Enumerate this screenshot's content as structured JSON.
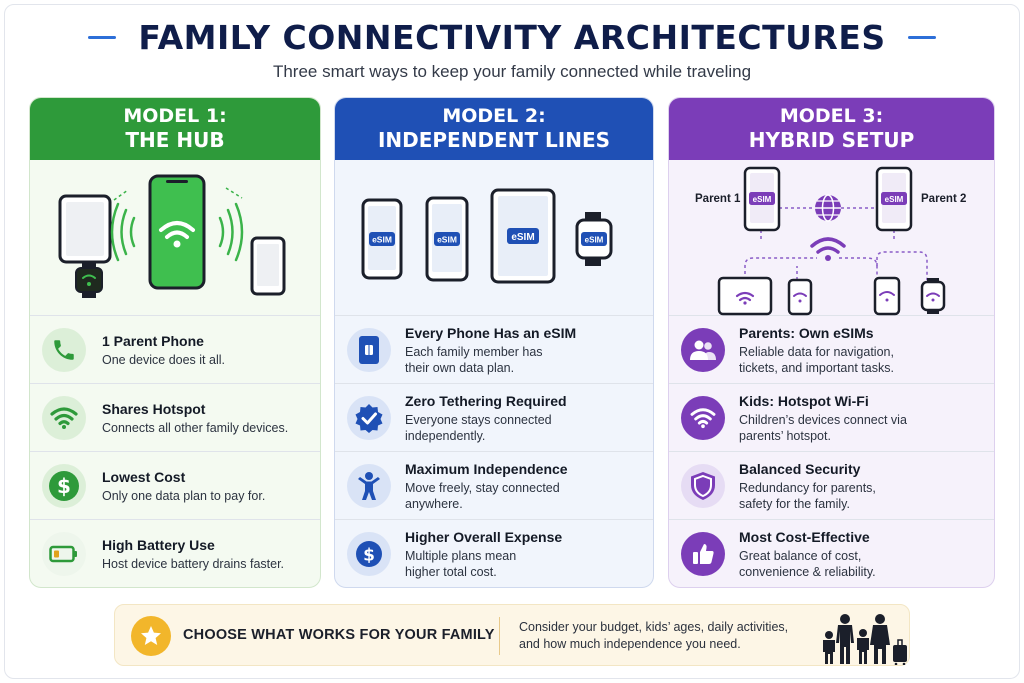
{
  "header": {
    "title": "FAMILY CONNECTIVITY ARCHITECTURES",
    "subtitle": "Three smart ways to keep your family connected while traveling"
  },
  "colors": {
    "model1": "#2e9a3a",
    "model2": "#1f50b5",
    "model3": "#7b3db8",
    "title": "#0f1d4a",
    "accent_line": "#2d6fd8",
    "banner_star": "#f2b62b"
  },
  "models": [
    {
      "label": "MODEL 1:",
      "name": "THE HUB",
      "illustration_icons": [
        "tablet-icon",
        "smartphone-wifi-icon",
        "smartwatch-icon",
        "smartphone-icon"
      ],
      "features": [
        {
          "icon": "phone-icon",
          "title": "1 Parent Phone",
          "desc": "One device does it all."
        },
        {
          "icon": "wifi-icon",
          "title": "Shares Hotspot",
          "desc": "Connects all other family devices."
        },
        {
          "icon": "dollar-icon",
          "title": "Lowest Cost",
          "desc": "Only one data plan to pay for."
        },
        {
          "icon": "battery-low-icon",
          "title": "High Battery Use",
          "desc": "Host device battery drains faster."
        }
      ]
    },
    {
      "label": "MODEL 2:",
      "name": "INDEPENDENT LINES",
      "illustration": {
        "esim_label": "eSIM"
      },
      "features": [
        {
          "icon": "sim-card-icon",
          "title": "Every Phone Has an eSIM",
          "desc_l1": "Each family member has",
          "desc_l2": "their own data plan."
        },
        {
          "icon": "check-badge-icon",
          "title": "Zero Tethering Required",
          "desc_l1": "Everyone stays connected",
          "desc_l2": "independently."
        },
        {
          "icon": "person-free-icon",
          "title": "Maximum Independence",
          "desc_l1": "Move freely, stay connected",
          "desc_l2": "anywhere."
        },
        {
          "icon": "dollar-icon",
          "title": "Higher Overall Expense",
          "desc_l1": "Multiple plans mean",
          "desc_l2": "higher total cost."
        }
      ]
    },
    {
      "label": "MODEL 3:",
      "name": "HYBRID SETUP",
      "illustration": {
        "parent1": "Parent 1",
        "parent2": "Parent 2",
        "esim_label": "eSIM"
      },
      "features": [
        {
          "icon": "parents-icon",
          "title": "Parents: Own eSIMs",
          "desc_l1": "Reliable data for navigation,",
          "desc_l2": "tickets, and important tasks."
        },
        {
          "icon": "wifi-icon",
          "title": "Kids: Hotspot Wi-Fi",
          "desc_l1": "Children’s devices connect via",
          "desc_l2": "parents’ hotspot."
        },
        {
          "icon": "shield-icon",
          "title": "Balanced Security",
          "desc_l1": "Redundancy for parents,",
          "desc_l2": "safety for the family."
        },
        {
          "icon": "thumbs-up-icon",
          "title": "Most Cost-Effective",
          "desc_l1": "Great balance of cost,",
          "desc_l2": "convenience & reliability."
        }
      ]
    }
  ],
  "banner": {
    "title": "CHOOSE WHAT WORKS FOR YOUR FAMILY",
    "text_l1": "Consider your budget, kids’ ages, daily activities,",
    "text_l2": "and how much independence you need."
  }
}
